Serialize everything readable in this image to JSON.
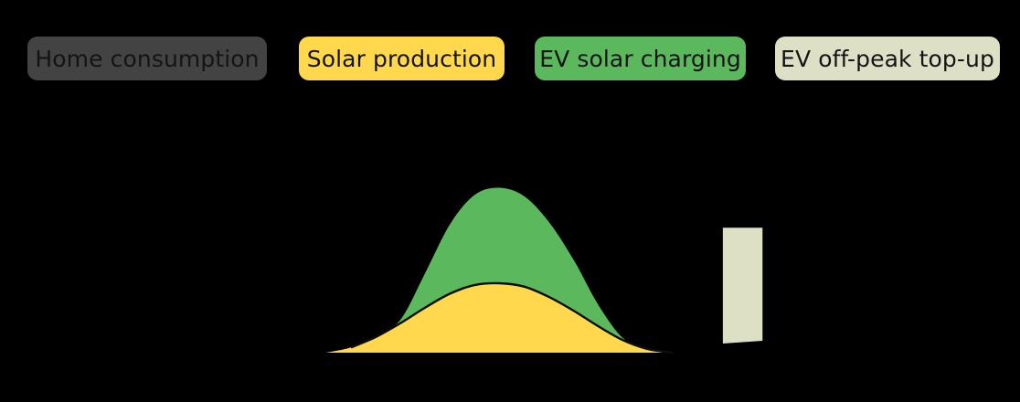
{
  "legend": {
    "items": [
      {
        "label": "Home consumption",
        "color": "#434343",
        "text_color": "#141414"
      },
      {
        "label": "Solar production",
        "color": "#FFD84D",
        "text_color": "#141414"
      },
      {
        "label": "EV solar charging",
        "color": "#5CB85C",
        "text_color": "#141414"
      },
      {
        "label": "EV off-peak top-up",
        "color": "#DEE0C6",
        "text_color": "#141414"
      }
    ]
  },
  "chart_data": {
    "type": "area",
    "title": "",
    "subtitle": "",
    "xlabel": "",
    "ylabel": "",
    "background": "#000000",
    "grid": false,
    "legend_position": "top",
    "axes_visible": false,
    "tick_labels": [],
    "x": [
      0,
      1,
      2,
      3,
      4,
      5,
      6,
      7,
      8,
      9,
      10,
      11,
      12,
      13,
      14,
      15,
      16,
      17,
      18,
      19,
      20,
      21,
      22,
      23
    ],
    "xlim": [
      0,
      23
    ],
    "ylim": [
      0,
      8
    ],
    "series": [
      {
        "name": "Home consumption",
        "color": "#434343",
        "kind": "area",
        "values": [
          0,
          0,
          0,
          0,
          0,
          0,
          0,
          0,
          0,
          0,
          0,
          0,
          0,
          0,
          0,
          0,
          0,
          0,
          0,
          0,
          0,
          0,
          0,
          0
        ]
      },
      {
        "name": "Solar production",
        "color": "#FFD84D",
        "kind": "area",
        "values": [
          0,
          0,
          0,
          0,
          0,
          0,
          0.0,
          0.15,
          0.45,
          0.85,
          1.3,
          1.7,
          1.95,
          2.0,
          1.9,
          1.6,
          1.2,
          0.75,
          0.35,
          0.1,
          0,
          0,
          0,
          0
        ]
      },
      {
        "name": "EV solar charging",
        "color": "#5CB85C",
        "kind": "area",
        "stacked_on": "Solar production",
        "values": [
          0,
          0,
          0,
          0,
          0,
          0,
          0,
          0,
          0,
          0.1,
          1.0,
          2.0,
          2.6,
          2.75,
          2.6,
          2.15,
          1.45,
          0.6,
          0.05,
          0,
          0,
          0,
          0,
          0
        ]
      },
      {
        "name": "EV off-peak top-up",
        "color": "#DEE0C6",
        "kind": "bar",
        "bar_start_hour": 22,
        "bar_end_hour": 23.6,
        "values": [
          0,
          0,
          0,
          0,
          0,
          0,
          0,
          0,
          0,
          0,
          0,
          0,
          0,
          0,
          0,
          0,
          0,
          0,
          0,
          0,
          0,
          0,
          3.6,
          3.6
        ]
      }
    ],
    "annotations": []
  }
}
